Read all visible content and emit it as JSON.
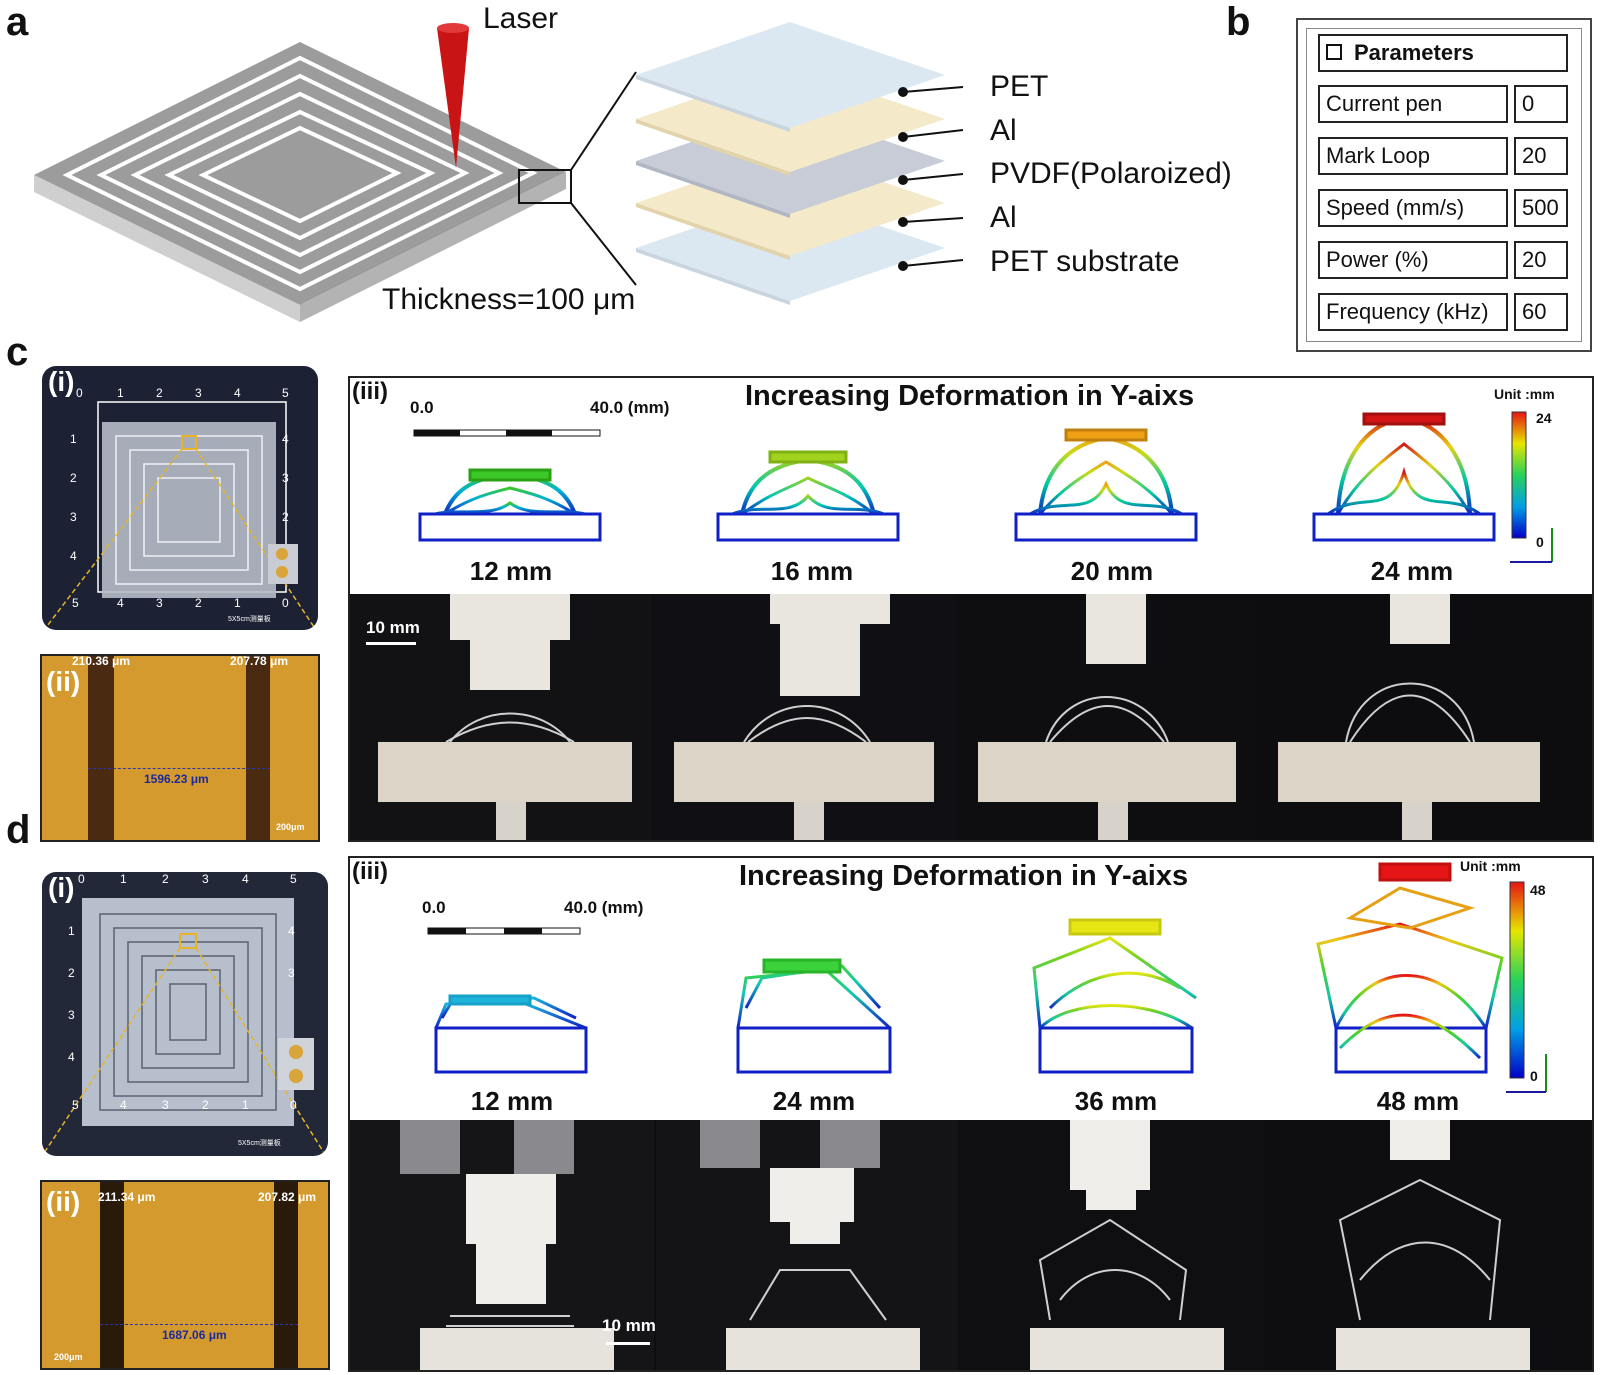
{
  "panels": {
    "a": "a",
    "b": "b",
    "c": "c",
    "d": "d"
  },
  "panel_a": {
    "laser_label": "Laser",
    "thickness_label": "Thickness=100 μm",
    "layers": [
      "PET",
      "Al",
      "PVDF(Polaroized)",
      "Al",
      "PET substrate"
    ]
  },
  "panel_b": {
    "header": "Parameters",
    "rows": [
      {
        "label": "Current pen",
        "value": "0"
      },
      {
        "label": "Mark Loop",
        "value": "20"
      },
      {
        "label": "Speed (mm/s)",
        "value": "500"
      },
      {
        "label": "Power (%)",
        "value": "20"
      },
      {
        "label": "Frequency (kHz)",
        "value": "60"
      }
    ]
  },
  "panel_c": {
    "sub_i": "(i)",
    "sub_ii": "(ii)",
    "sub_iii": "(iii)",
    "title": "Increasing Deformation in  Y-aixs",
    "scalebar_start": "0.0",
    "scalebar_end": "40.0 (mm)",
    "unit": "Unit :mm",
    "cb_max": "24",
    "cb_min": "0",
    "deformations": [
      "12 mm",
      "16 mm",
      "20 mm",
      "24 mm"
    ],
    "photo_scale": "10 mm",
    "ruler_top": [
      "0",
      "1",
      "2",
      "3",
      "4",
      "5"
    ],
    "ruler_left": [
      "1",
      "2",
      "3",
      "4"
    ],
    "ruler_right": [
      "4",
      "3",
      "2"
    ],
    "ruler_bottom": [
      "5",
      "4",
      "3",
      "2",
      "1",
      "0"
    ],
    "ruler_caption": "5X5cm测量板",
    "micro_left": "210.36 μm",
    "micro_right": "207.78 μm",
    "micro_gap": "1596.23 μm",
    "micro_scale": "200μm"
  },
  "panel_d": {
    "sub_i": "(i)",
    "sub_ii": "(ii)",
    "sub_iii": "(iii)",
    "title": "Increasing Deformation in  Y-aixs",
    "scalebar_start": "0.0",
    "scalebar_end": "40.0 (mm)",
    "unit": "Unit :mm",
    "cb_max": "48",
    "cb_min": "0",
    "deformations": [
      "12 mm",
      "24 mm",
      "36 mm",
      "48 mm"
    ],
    "photo_scale": "10 mm",
    "ruler_top": [
      "0",
      "1",
      "2",
      "3",
      "4",
      "5"
    ],
    "ruler_left": [
      "1",
      "2",
      "3",
      "4"
    ],
    "ruler_right": [
      "4",
      "3"
    ],
    "ruler_bottom": [
      "5",
      "4",
      "3",
      "2",
      "1",
      "0"
    ],
    "ruler_caption": "5X5cm测量板",
    "micro_left": "211.34 μm",
    "micro_right": "207.82 μm",
    "micro_gap": "1687.06 μm",
    "micro_scale": "200μm"
  },
  "colors": {
    "laser": "#c81414",
    "pet": "#dbe7f1",
    "al": "#f4e9c8",
    "pvdf": "#c7ccd7",
    "micro_bg": "#d59a2e",
    "micro_line": "#4a2a10"
  }
}
